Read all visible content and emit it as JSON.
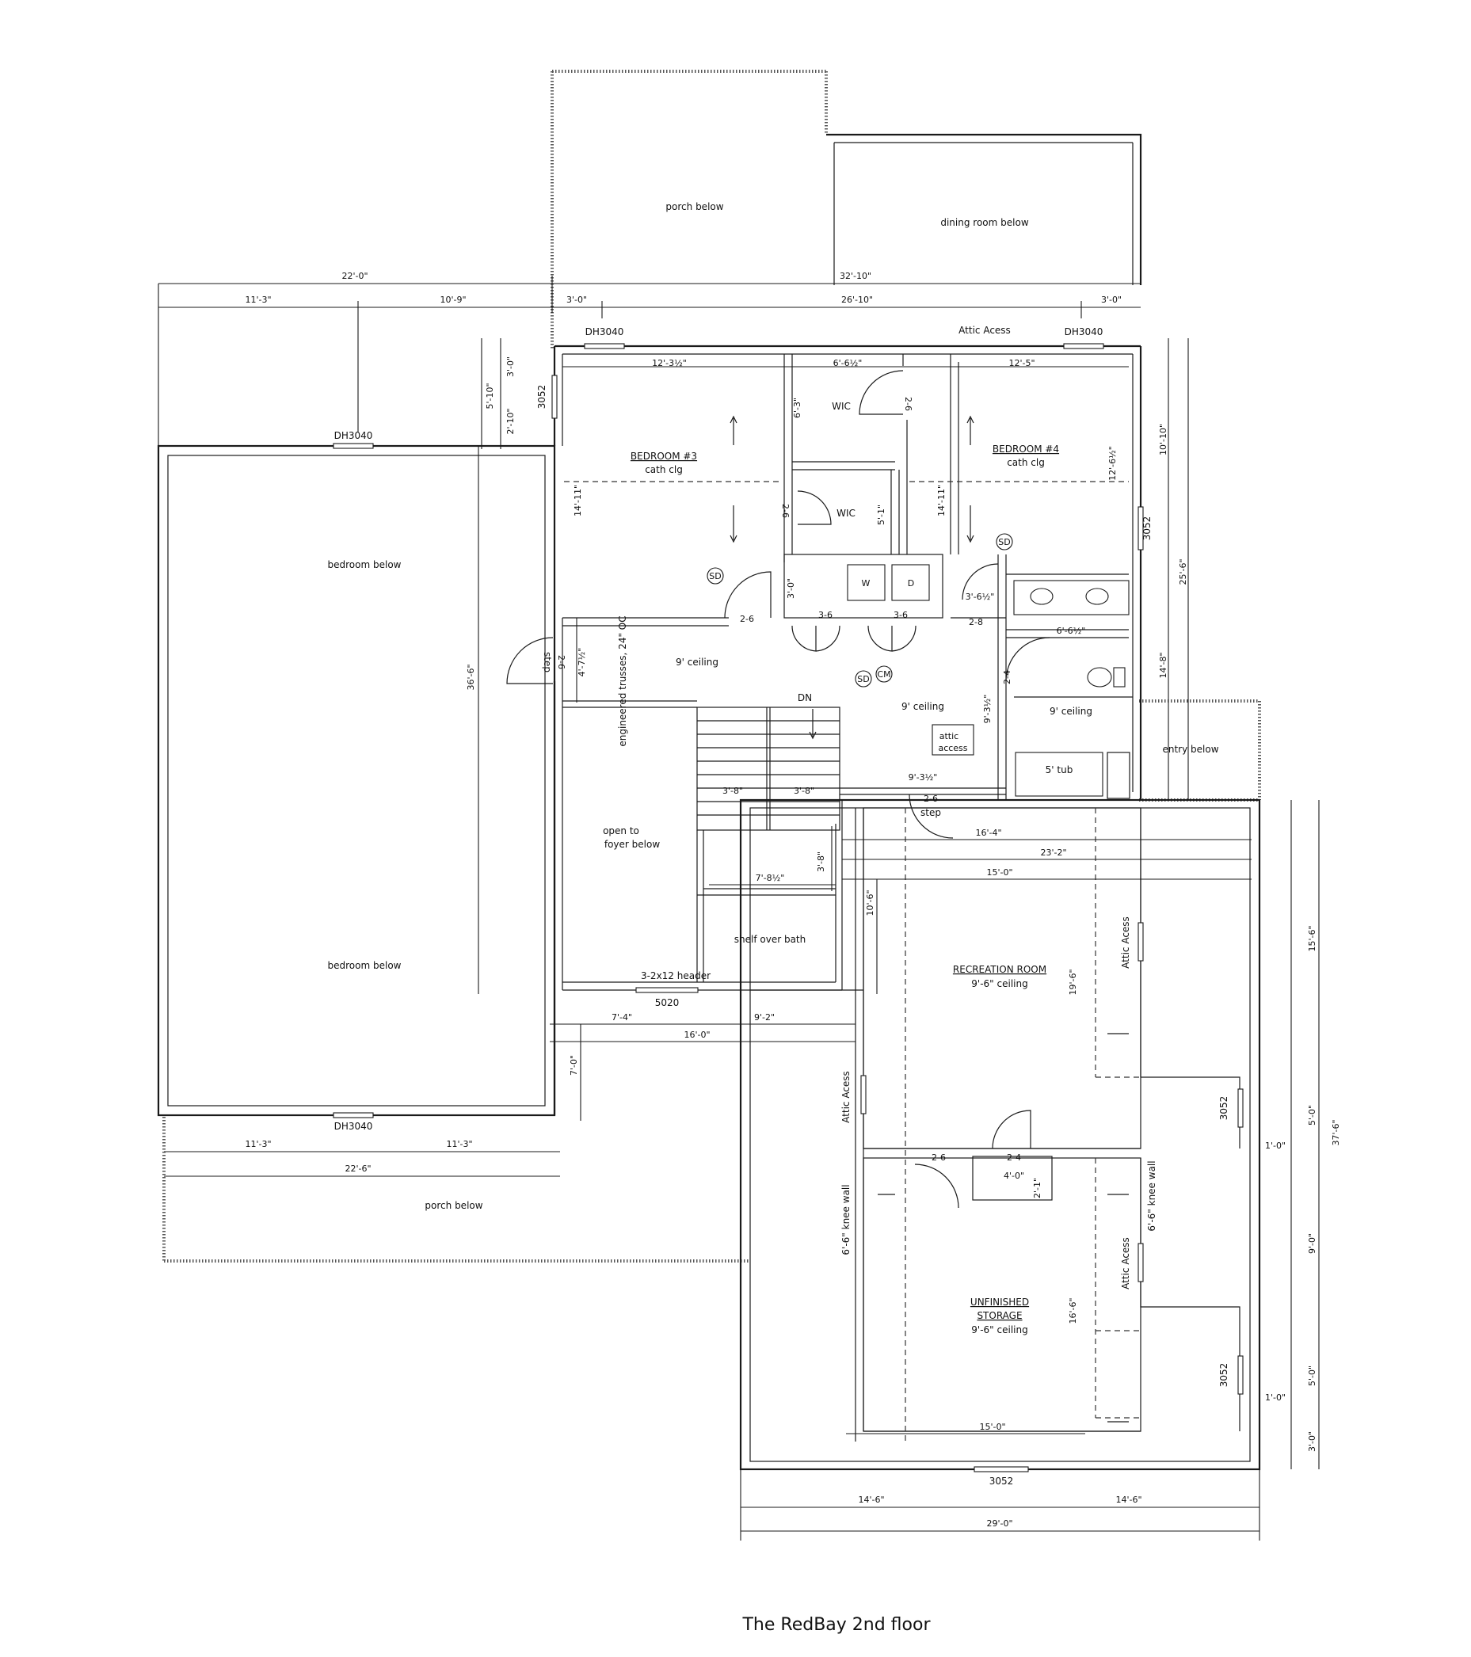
{
  "title": "The RedBay 2nd floor",
  "rooms": {
    "bedroom3": "BEDROOM #3",
    "bedroom3_note": "cath clg",
    "bedroom4": "BEDROOM #4",
    "bedroom4_note": "cath clg",
    "recreation": "RECREATION ROOM",
    "recreation_note": "9'-6\" ceiling",
    "storage_line1": "UNFINISHED",
    "storage_line2": "STORAGE",
    "storage_note": "9'-6\" ceiling",
    "wic1": "WIC",
    "wic2": "WIC"
  },
  "notes": {
    "porch_below_top": "porch below",
    "dining_below": "dining room below",
    "bedroom_below_1": "bedroom below",
    "bedroom_below_2": "bedroom below",
    "porch_below_bottom": "porch below",
    "entry_below": "entry below",
    "open_to_1": "open to",
    "open_to_2": "foyer below",
    "shelf": "shelf over bath",
    "header": "3-2x12 header",
    "ceiling_hall_left": "9' ceiling",
    "ceiling_hall_mid": "9' ceiling",
    "ceiling_bath": "9' ceiling",
    "attic_access_1": "attic",
    "attic_access_2": "access",
    "attic_acess_top": "Attic Acess",
    "attic_acess_right1": "Attic Acess",
    "attic_acess_left": "Attic Acess",
    "attic_acess_right2": "Attic Acess",
    "knee_wall_left": "6'-6\" knee wall",
    "knee_wall_right": "6'-6\" knee wall",
    "trusses": "engineered trusses, 24\" OC",
    "stair_dn": "DN",
    "step_left": "step",
    "step_mid": "step",
    "tub": "5' tub",
    "washer": "W",
    "dryer": "D",
    "sd1": "SD",
    "sd2": "SD",
    "sd3": "SD",
    "cm": "CM"
  },
  "windows": {
    "dh_top_left": "DH3040",
    "dh_top_right": "DH3040",
    "dh_left_top": "DH3040",
    "dh_left_bottom": "DH3040",
    "w3052_left": "3052",
    "w3052_right": "3052",
    "w5020": "5020",
    "w3052_rec": "3052",
    "w3052_sto": "3052",
    "w3052_bottom": "3052"
  },
  "dimensions": {
    "d22_0": "22'-0\"",
    "d32_10": "32'-10\"",
    "d11_3a": "11'-3\"",
    "d10_9": "10'-9\"",
    "d3_0a": "3'-0\"",
    "d26_10": "26'-10\"",
    "d3_0b": "3'-0\"",
    "d12_3h": "12'-3½\"",
    "d6_6h": "6'-6½\"",
    "d12_5": "12'-5\"",
    "d5_10": "5'-10\"",
    "d3_0c": "3'-0\"",
    "d2_10": "2'-10\"",
    "d6_3": "6'-3\"",
    "d2_6a": "2-6",
    "d14_11a": "14'-11\"",
    "d2_6b": "2-6",
    "d5_1": "5'-1\"",
    "d14_11b": "14'-11\"",
    "d12_6h": "12'-6½\"",
    "d10_10": "10'-10\"",
    "d25_6": "25'-6\"",
    "d14_8": "14'-8\"",
    "d3_0d": "3'-0\"",
    "d3_6a": "3-6",
    "d3_6b": "3-6",
    "d2_6c": "2-6",
    "d3_6h": "3'-6½\"",
    "d2_8": "2-8",
    "d6_6h2": "6'-6½\"",
    "d2_4a": "2-4",
    "d9_3h": "9'-3½\"",
    "d36_6": "36'-6\"",
    "d2_6d": "2-6",
    "d4_7h": "4'-7½\"",
    "d3_8a": "3'-8\"",
    "d3_8b": "3'-8\"",
    "d9_3h2": "9'-3½\"",
    "d2_6e": "2-6",
    "d16_4": "16'-4\"",
    "d23_2": "23'-2\"",
    "d15_0a": "15'-0\"",
    "d7_8h": "7'-8½\"",
    "d3_8c": "3'-8\"",
    "d10_6": "10'-6\"",
    "d19_6": "19'-6\"",
    "d15_6": "15'-6\"",
    "d7_4": "7'-4\"",
    "d9_2": "9'-2\"",
    "d16_0": "16'-0\"",
    "d7_0": "7'-0\"",
    "d11_3b": "11'-3\"",
    "d11_3c": "11'-3\"",
    "d22_6": "22'-6\"",
    "d2_6f": "2-6",
    "d2_4b": "2-4",
    "d4_0": "4'-0\"",
    "d2_1": "2'-1\"",
    "d5_0a": "5'-0\"",
    "d1_0a": "1'-0\"",
    "d37_6": "37'-6\"",
    "d9_0": "9'-0\"",
    "d16_6": "16'-6\"",
    "d5_0b": "5'-0\"",
    "d1_0b": "1'-0\"",
    "d15_0b": "15'-0\"",
    "d3_0e": "3'-0\"",
    "d14_6a": "14'-6\"",
    "d14_6b": "14'-6\"",
    "d29_0": "29'-0\""
  }
}
